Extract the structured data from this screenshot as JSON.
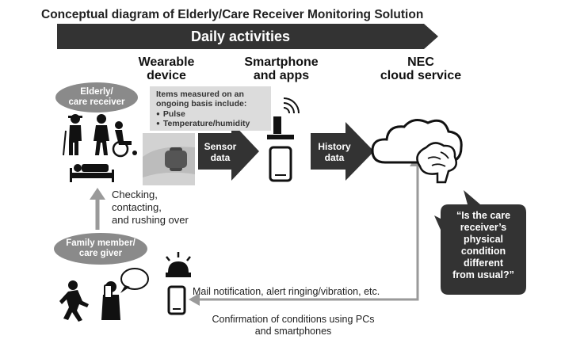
{
  "title": "Conceptual diagram of Elderly/Care Receiver Monitoring Solution",
  "banner": "Daily activities",
  "headers": {
    "wearable": [
      "Wearable",
      "device"
    ],
    "smartphone": [
      "Smartphone",
      "and apps"
    ],
    "cloud": [
      "NEC",
      "cloud service"
    ]
  },
  "elderly_label": [
    "Elderly/",
    "care receiver"
  ],
  "family_label": [
    "Family member/",
    "care giver"
  ],
  "measured": {
    "intro": [
      "Items measured on an",
      "ongoing basis include:"
    ],
    "items": [
      "Pulse",
      "Temperature/humidity"
    ]
  },
  "sensor_arrow": [
    "Sensor",
    "data"
  ],
  "history_arrow": [
    "History",
    "data"
  ],
  "checking_text": [
    "Checking,",
    "contacting,",
    "and rushing over"
  ],
  "question": [
    "“Is the care",
    "receiver’s",
    "physical",
    "condition",
    "different",
    "from usual?”"
  ],
  "notification_text": "Mail notification, alert ringing/vibration, etc.",
  "confirmation_text": [
    "Confirmation of conditions using PCs",
    "and smartphones"
  ],
  "colors": {
    "dark": "#333333",
    "pill": "#8a8a8a",
    "box": "#dcdcdc",
    "line": "#9a9a9a"
  }
}
